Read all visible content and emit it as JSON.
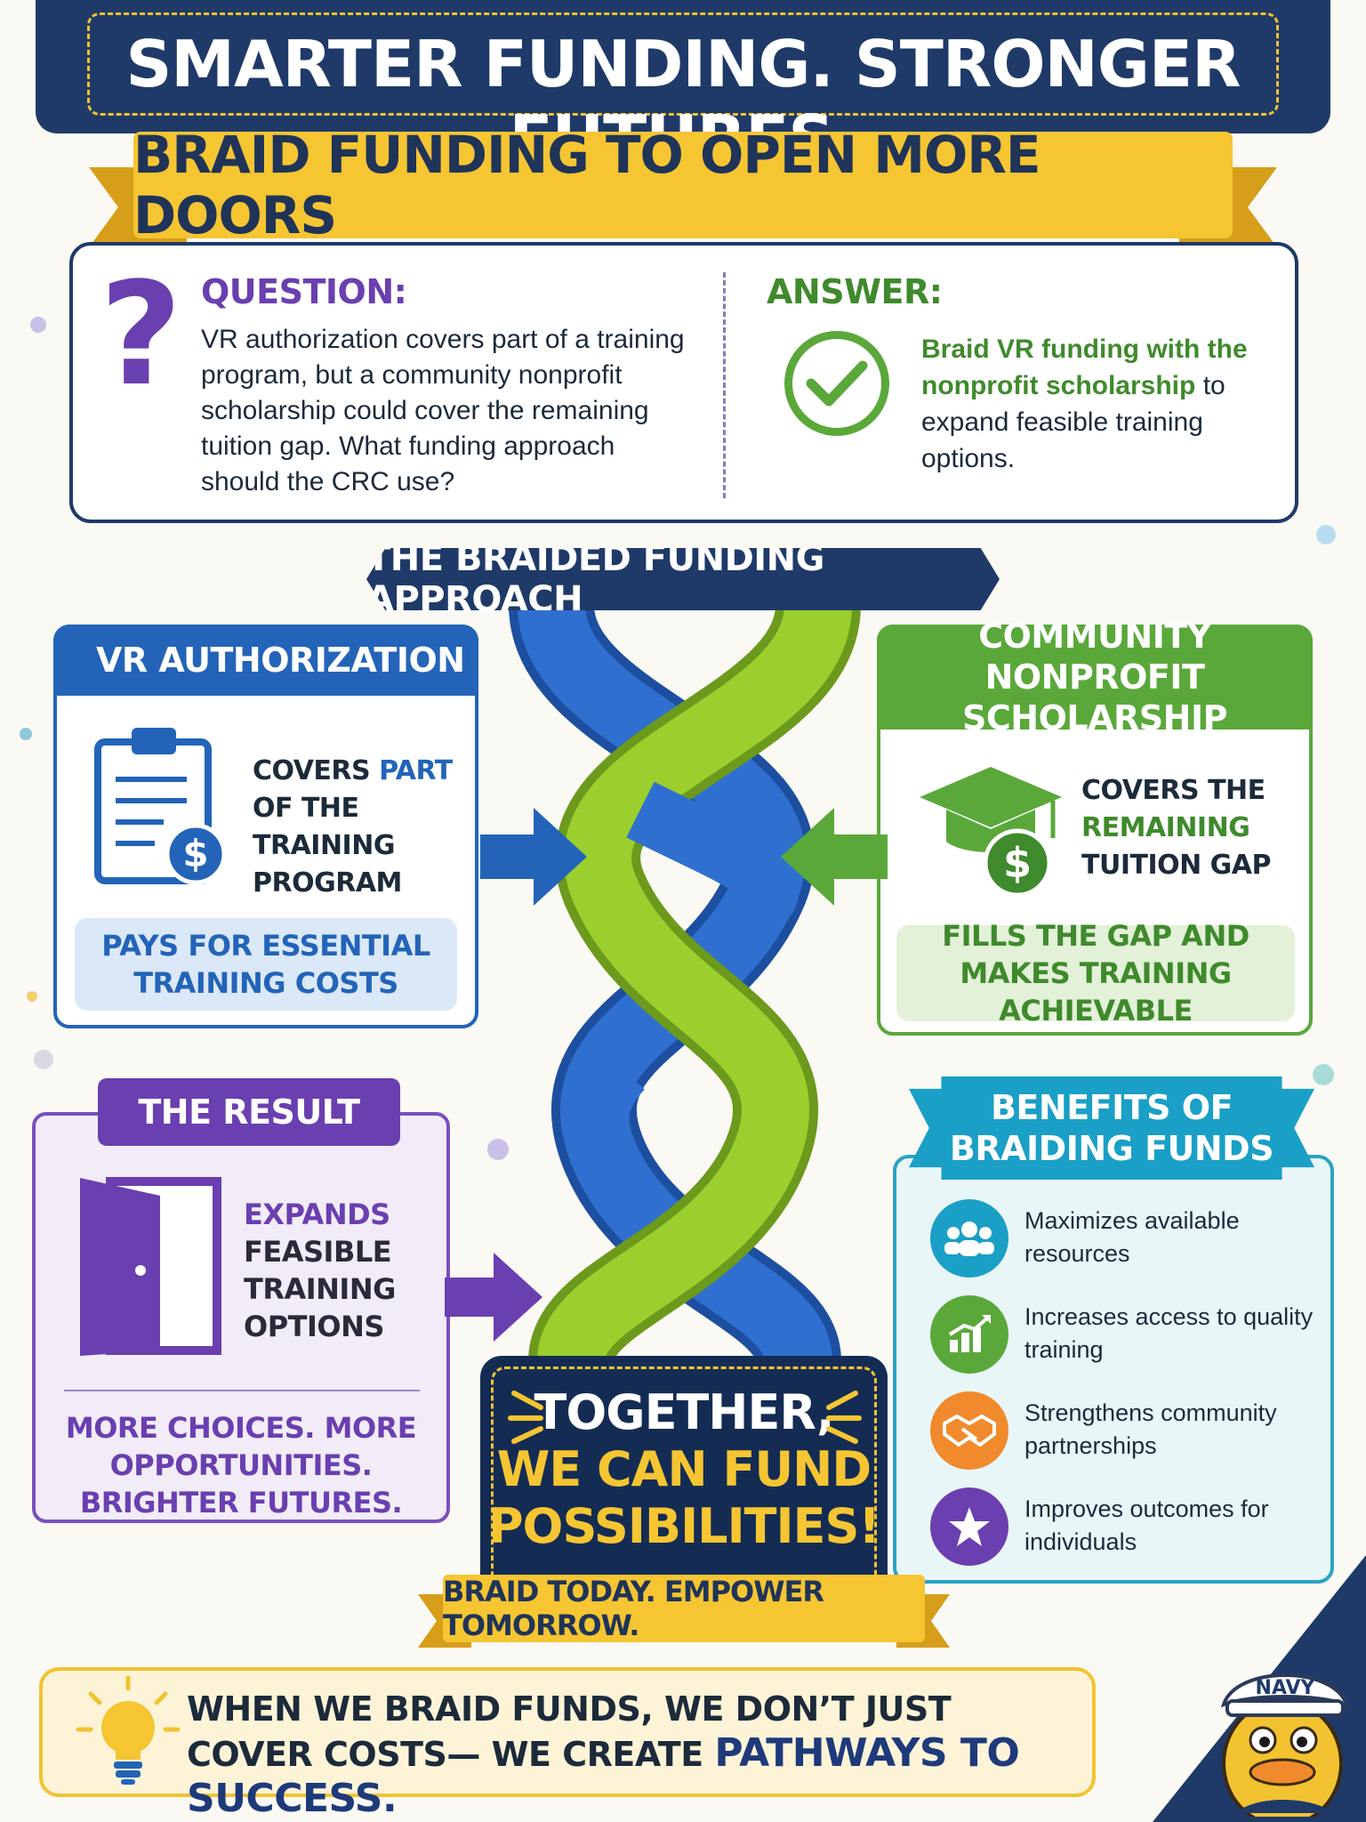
{
  "header": {
    "title": "SMARTER FUNDING. STRONGER FUTURES.",
    "subtitle": "BRAID FUNDING TO OPEN MORE DOORS"
  },
  "qa": {
    "question_heading": "QUESTION:",
    "question_text": "VR authorization covers part of a training program, but a community nonprofit scholarship could cover the remaining tuition gap. What funding approach should the CRC use?",
    "answer_heading": "ANSWER:",
    "answer_highlight": "Braid VR funding with the nonprofit scholarship",
    "answer_rest": "to expand feasible training options."
  },
  "approach_title": "THE BRAIDED FUNDING APPROACH",
  "vr": {
    "heading": "VR AUTHORIZATION",
    "text_a": "COVERS ",
    "text_b": "PART",
    "text_c": " OF THE TRAINING PROGRAM",
    "footer": "PAYS FOR ESSENTIAL TRAINING COSTS"
  },
  "nonprofit": {
    "heading": "COMMUNITY NONPROFIT SCHOLARSHIP",
    "text_a": "COVERS THE ",
    "text_b": "REMAINING",
    "text_c": " TUITION GAP",
    "footer": "FILLS THE GAP AND MAKES TRAINING ACHIEVABLE"
  },
  "result": {
    "heading": "THE RESULT",
    "text_a": "EXPANDS",
    "text_b": " FEASIBLE TRAINING OPTIONS",
    "footer": "MORE CHOICES. MORE OPPORTUNITIES. BRIGHTER FUTURES."
  },
  "benefits": {
    "heading": "BENEFITS OF BRAIDING FUNDS",
    "items": [
      {
        "label": "Maximizes available resources",
        "icon": "people-icon",
        "color": "#1a9fc6"
      },
      {
        "label": "Increases access to quality training",
        "icon": "growth-chart-icon",
        "color": "#5aa83a"
      },
      {
        "label": "Strengthens community partnerships",
        "icon": "handshake-icon",
        "color": "#f08a2c"
      },
      {
        "label": "Improves outcomes for individuals",
        "icon": "star-icon",
        "color": "#6a3fb0"
      }
    ]
  },
  "together": {
    "line1": "TOGETHER,",
    "line2": "WE CAN FUND POSSIBILITIES!",
    "ribbon": "BRAID TODAY. EMPOWER TOMORROW."
  },
  "bottom": {
    "text": "WHEN WE BRAID FUNDS, WE DON’T JUST COVER COSTS— WE CREATE ",
    "highlight": "PATHWAYS TO SUCCESS."
  },
  "mascot": {
    "hat_text": "NAVY"
  },
  "colors": {
    "navy": "#1f3a68",
    "gold": "#f5c532",
    "blue": "#2364b8",
    "green": "#5aa83a",
    "purple": "#6a3fb0",
    "teal": "#1a9fc6"
  }
}
